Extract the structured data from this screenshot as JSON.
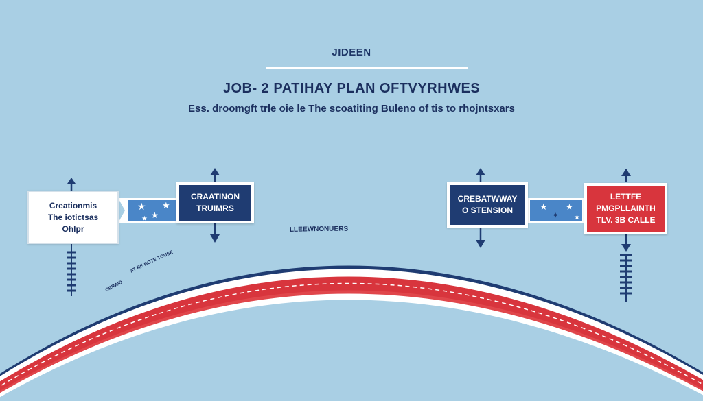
{
  "header": {
    "small_title": "JIDEEN",
    "title": "JOB- 2 PATIHAY PLAN OFTVYRHWES",
    "subtitle": "Ess. droomgft trle oie le The scoatiting Buleno of tis to rhojntsxars"
  },
  "boxes": [
    {
      "lines": [
        "Creationmis",
        "The iotictsas",
        "Ohlpr"
      ]
    },
    {
      "lines": [
        "CRAATINON",
        "TRUIMRS"
      ]
    },
    {
      "lines": [
        "CREBATWWAY",
        "O STENSION"
      ]
    },
    {
      "lines": [
        "LETTFE",
        "PMGPLLAINTH",
        "TLV. 3B CALLE"
      ]
    }
  ],
  "road_labels": {
    "arc_top": "LLEEWNONUERS",
    "arc_left_upper": "AT RE BOTE TOUSE",
    "arc_left_lower": "CRRAID"
  },
  "colors": {
    "background": "#a9cfe4",
    "navy": "#1f3c72",
    "red": "#d8353d",
    "white": "#ffffff",
    "star_blue": "#4a86c8"
  }
}
